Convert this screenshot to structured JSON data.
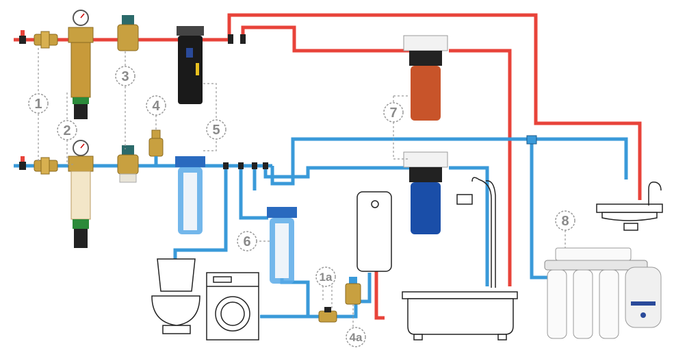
{
  "colors": {
    "hot_pipe": "#e8433a",
    "cold_pipe": "#3a9ad9",
    "brass": "#c8a040",
    "callout": "#9a9a9a"
  },
  "labels": {
    "l1": "1",
    "l2": "2",
    "l3": "3",
    "l4": "4",
    "l5": "5",
    "l6": "6",
    "l7": "7",
    "l8": "8",
    "l1a": "1a",
    "l4a": "4a"
  },
  "icons": [
    "valve-icon",
    "pressure-gauge-icon",
    "filter-housing-icon",
    "toilet-icon",
    "washing-machine-icon",
    "water-heater-icon",
    "bathtub-icon",
    "shower-icon",
    "sink-icon",
    "reverse-osmosis-icon"
  ]
}
